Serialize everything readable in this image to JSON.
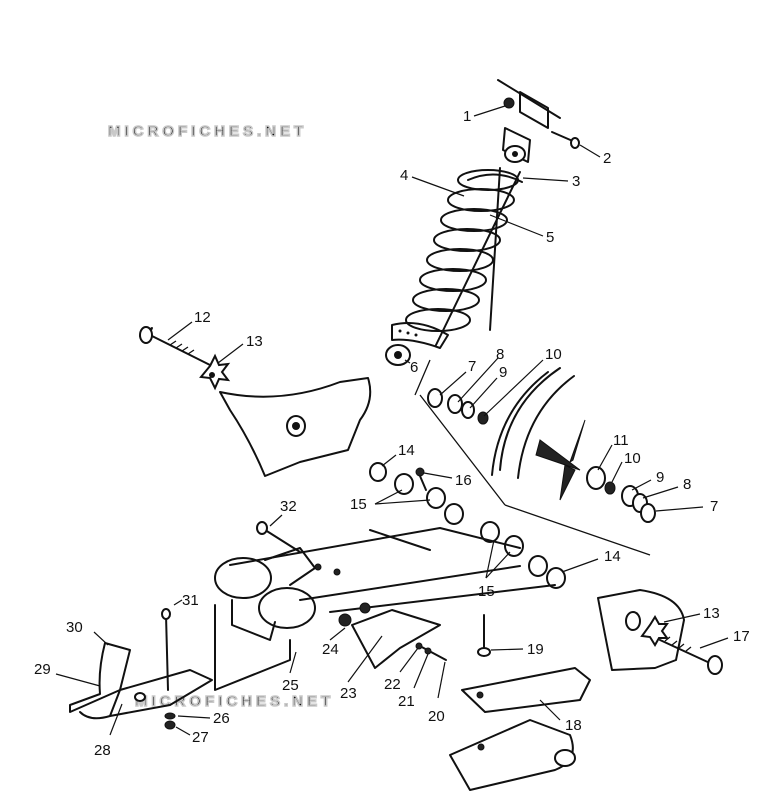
{
  "watermark": "MICROFICHES.NET",
  "callouts": [
    {
      "id": "c1",
      "label": "1"
    },
    {
      "id": "c2",
      "label": "2"
    },
    {
      "id": "c3",
      "label": "3"
    },
    {
      "id": "c4",
      "label": "4"
    },
    {
      "id": "c5",
      "label": "5"
    },
    {
      "id": "c6",
      "label": "6"
    },
    {
      "id": "c7a",
      "label": "7"
    },
    {
      "id": "c8a",
      "label": "8"
    },
    {
      "id": "c9a",
      "label": "9"
    },
    {
      "id": "c10a",
      "label": "10"
    },
    {
      "id": "c11",
      "label": "11"
    },
    {
      "id": "c10b",
      "label": "10"
    },
    {
      "id": "c9b",
      "label": "9"
    },
    {
      "id": "c8b",
      "label": "8"
    },
    {
      "id": "c7b",
      "label": "7"
    },
    {
      "id": "c12",
      "label": "12"
    },
    {
      "id": "c13a",
      "label": "13"
    },
    {
      "id": "c14a",
      "label": "14"
    },
    {
      "id": "c16",
      "label": "16"
    },
    {
      "id": "c15a",
      "label": "15"
    },
    {
      "id": "c32",
      "label": "32"
    },
    {
      "id": "c15b",
      "label": "15"
    },
    {
      "id": "c14b",
      "label": "14"
    },
    {
      "id": "c13b",
      "label": "13"
    },
    {
      "id": "c17",
      "label": "17"
    },
    {
      "id": "c31",
      "label": "31"
    },
    {
      "id": "c30",
      "label": "30"
    },
    {
      "id": "c19",
      "label": "19"
    },
    {
      "id": "c24",
      "label": "24"
    },
    {
      "id": "c29",
      "label": "29"
    },
    {
      "id": "c25",
      "label": "25"
    },
    {
      "id": "c22",
      "label": "22"
    },
    {
      "id": "c23",
      "label": "23"
    },
    {
      "id": "c21",
      "label": "21"
    },
    {
      "id": "c18",
      "label": "18"
    },
    {
      "id": "c20",
      "label": "20"
    },
    {
      "id": "c26",
      "label": "26"
    },
    {
      "id": "c28",
      "label": "28"
    },
    {
      "id": "c27",
      "label": "27"
    }
  ]
}
